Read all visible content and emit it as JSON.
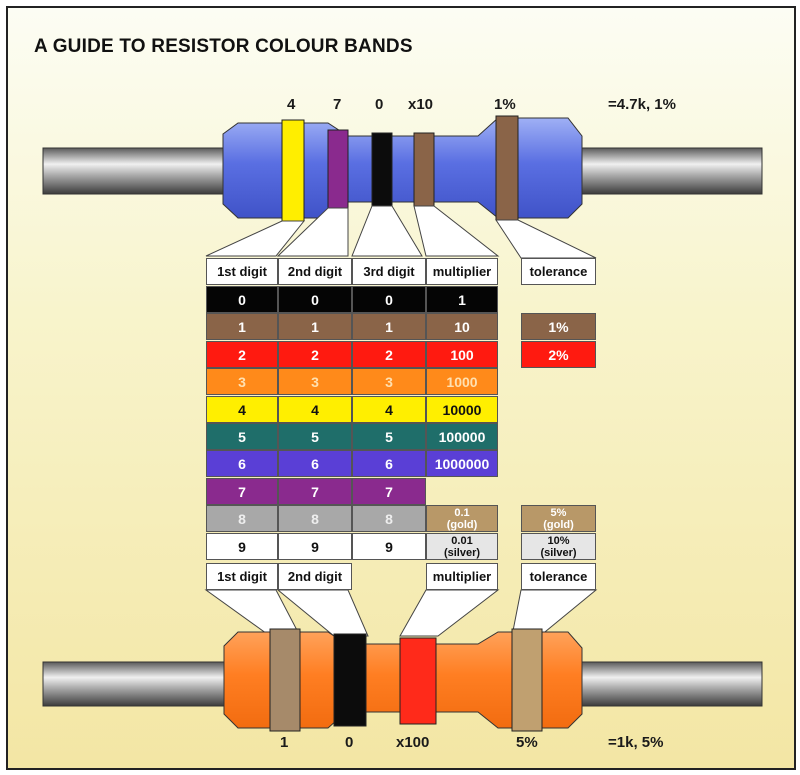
{
  "title": "A GUIDE TO RESISTOR COLOUR BANDS",
  "top": {
    "labels": [
      "4",
      "7",
      "0",
      "x10",
      "1%"
    ],
    "result": "=4.7k, 1%"
  },
  "bottom": {
    "labels": [
      "1",
      "0",
      "x100",
      "5%"
    ],
    "result": "=1k, 5%"
  },
  "table": {
    "headers_top": [
      "1st digit",
      "2nd digit",
      "3rd digit",
      "multiplier",
      "tolerance"
    ],
    "headers_bottom": [
      "1st digit",
      "2nd digit",
      "",
      "multiplier",
      "tolerance"
    ],
    "rows": [
      {
        "color": "#050505",
        "text": "#ffffff",
        "digit": "0",
        "multiplier": "1",
        "tolerance": ""
      },
      {
        "color": "#8a6448",
        "text": "#ffffff",
        "digit": "1",
        "multiplier": "10",
        "tolerance": "1%"
      },
      {
        "color": "#ff1a10",
        "text": "#ffffff",
        "digit": "2",
        "multiplier": "100",
        "tolerance": "2%"
      },
      {
        "color": "#ff8a1a",
        "text": "#ffe0b0",
        "digit": "3",
        "multiplier": "1000",
        "tolerance": ""
      },
      {
        "color": "#ffef00",
        "text": "#111111",
        "digit": "4",
        "multiplier": "10000",
        "tolerance": ""
      },
      {
        "color": "#1f6e6a",
        "text": "#ffffff",
        "digit": "5",
        "multiplier": "100000",
        "tolerance": ""
      },
      {
        "color": "#5a3fd6",
        "text": "#ffffff",
        "digit": "6",
        "multiplier": "1000000",
        "tolerance": ""
      },
      {
        "color": "#8a2a8e",
        "text": "#ffffff",
        "digit": "7",
        "multiplier": "",
        "tolerance": ""
      },
      {
        "color": "#a8a8a8",
        "text": "#eeeeee",
        "digit": "8",
        "multiplier": "0.1\n(gold)",
        "tolerance": "5%\n(gold)"
      },
      {
        "color": "#ffffff",
        "text": "#111111",
        "digit": "9",
        "multiplier": "0.01\n(silver)",
        "tolerance": "10%\n(silver)"
      }
    ],
    "gold_color": "#b89868",
    "silver_color": "#e6e6e6"
  }
}
